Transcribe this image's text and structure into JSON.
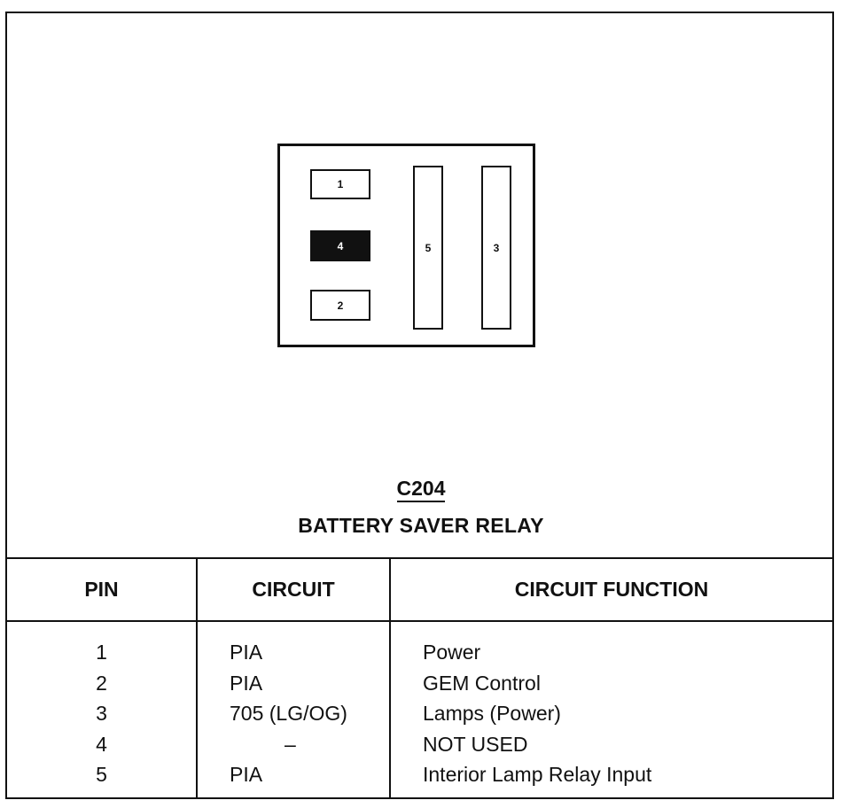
{
  "connector": {
    "id": "C204",
    "name": "BATTERY SAVER RELAY",
    "pins": [
      {
        "label": "1",
        "filled": false
      },
      {
        "label": "4",
        "filled": true
      },
      {
        "label": "2",
        "filled": false
      },
      {
        "label": "5",
        "filled": false
      },
      {
        "label": "3",
        "filled": false
      }
    ]
  },
  "table": {
    "headers": [
      "PIN",
      "CIRCUIT",
      "CIRCUIT FUNCTION"
    ],
    "rows": [
      {
        "pin": "1",
        "circuit": "PIA",
        "function": "Power"
      },
      {
        "pin": "2",
        "circuit": "PIA",
        "function": "GEM Control"
      },
      {
        "pin": "3",
        "circuit": "705 (LG/OG)",
        "function": "Lamps (Power)"
      },
      {
        "pin": "4",
        "circuit": "–",
        "function": "NOT USED"
      },
      {
        "pin": "5",
        "circuit": "PIA",
        "function": "Interior Lamp Relay Input"
      }
    ]
  }
}
